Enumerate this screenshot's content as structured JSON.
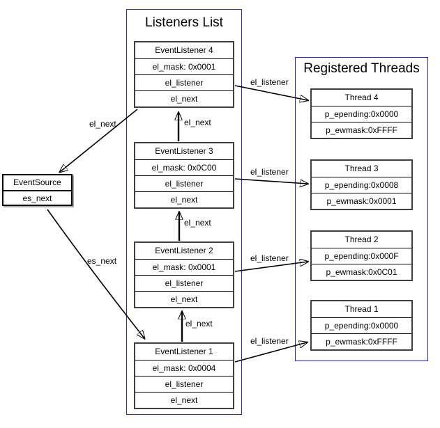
{
  "colors": {
    "container_border": "#2626d8",
    "box_border": "#3f3f3f",
    "divider": "#000000",
    "text": "#000000",
    "background": "#ffffff",
    "line": "#000000",
    "shadow": "#a8a8a8"
  },
  "listeners_panel": {
    "title": "Listeners List",
    "nodes": [
      {
        "title": "EventListener 4",
        "rows": [
          "el_mask: 0x0001",
          "el_listener",
          "el_next"
        ]
      },
      {
        "title": "EventListener 3",
        "rows": [
          "el_mask: 0x0C00",
          "el_listener",
          "el_next"
        ]
      },
      {
        "title": "EventListener 2",
        "rows": [
          "el_mask: 0x0001",
          "el_listener",
          "el_next"
        ]
      },
      {
        "title": "EventListener 1",
        "rows": [
          "el_mask: 0x0004",
          "el_listener",
          "el_next"
        ]
      }
    ]
  },
  "threads_panel": {
    "title": "Registered Threads",
    "nodes": [
      {
        "title": "Thread 4",
        "rows": [
          "p_epending:0x0000",
          "p_ewmask:0xFFFF"
        ]
      },
      {
        "title": "Thread 3",
        "rows": [
          "p_epending:0x0008",
          "p_ewmask:0x0001"
        ]
      },
      {
        "title": "Thread 2",
        "rows": [
          "p_epending:0x000F",
          "p_ewmask:0x0C01"
        ]
      },
      {
        "title": "Thread 1",
        "rows": [
          "p_epending:0x0000",
          "p_ewmask:0xFFFF"
        ]
      }
    ]
  },
  "event_source": {
    "title": "EventSource",
    "rows": [
      "es_next"
    ]
  },
  "edges": {
    "el_next_top": "el_next",
    "el_next_3_4": "el_next",
    "el_next_2_3": "el_next",
    "el_next_1_2": "el_next",
    "es_next": "es_next",
    "el_listener_4": "el_listener",
    "el_listener_3": "el_listener",
    "el_listener_2": "el_listener",
    "el_listener_1": "el_listener"
  }
}
